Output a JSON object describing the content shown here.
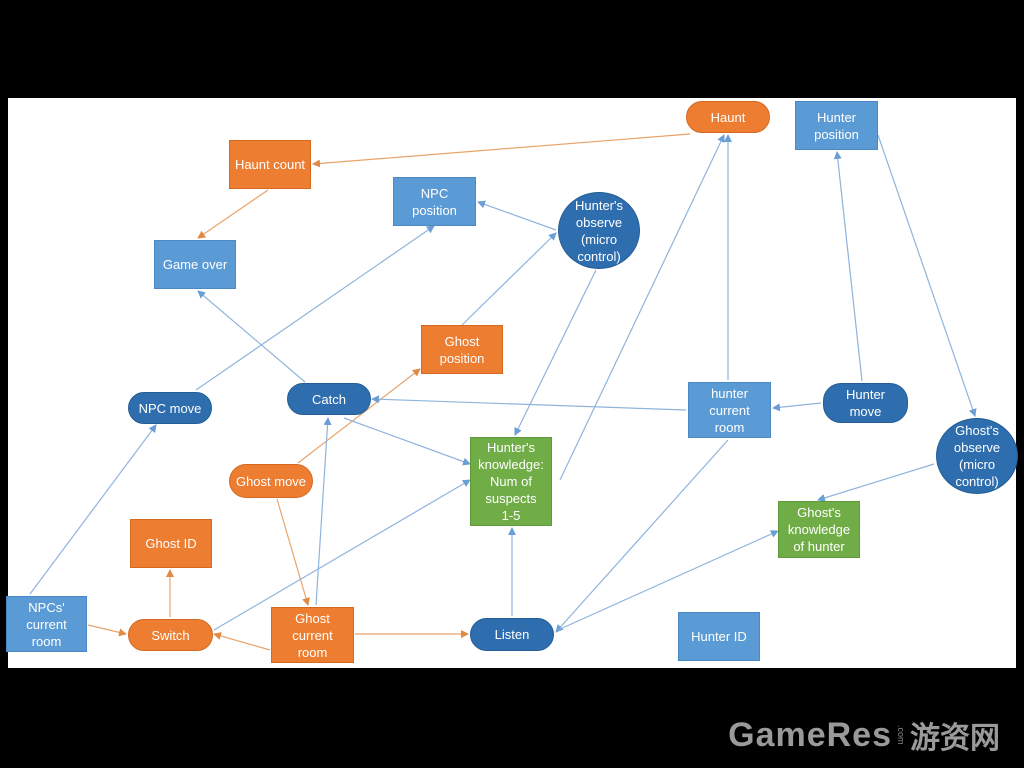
{
  "colors": {
    "blue": "#5b9bd5",
    "navy": "#2e6eaf",
    "orange": "#ed7d31",
    "green": "#70ad47",
    "edge_blue": "#8fb4dc",
    "edge_orange": "#e8a46a"
  },
  "nodes": {
    "haunt": "Haunt",
    "hunter_position": "Hunter\nposition",
    "haunt_count": "Haunt count",
    "npc_position": "NPC\nposition",
    "hunters_observe": "Hunter's\nobserve\n(micro\ncontrol)",
    "game_over": "Game over",
    "ghost_position": "Ghost\nposition",
    "npc_move": "NPC move",
    "catch": "Catch",
    "hunter_current_room": "hunter\ncurrent\nroom",
    "hunter_move": "Hunter\nmove",
    "ghosts_observe": "Ghost's\nobserve\n(micro\ncontrol)",
    "hunters_knowledge": "Hunter's\nknowledge:\nNum of\nsuspects\n1-5",
    "ghost_move": "Ghost move",
    "ghosts_knowledge": "Ghost's\nknowledge\nof hunter",
    "ghost_id": "Ghost ID",
    "npcs_current_room": "NPCs'\ncurrent\nroom",
    "switch": "Switch",
    "ghost_current_room": "Ghost\ncurrent\nroom",
    "listen": "Listen",
    "hunter_id": "Hunter ID"
  },
  "watermark": {
    "latin": "GameRes",
    "com": ".com",
    "cn": "游资网"
  }
}
